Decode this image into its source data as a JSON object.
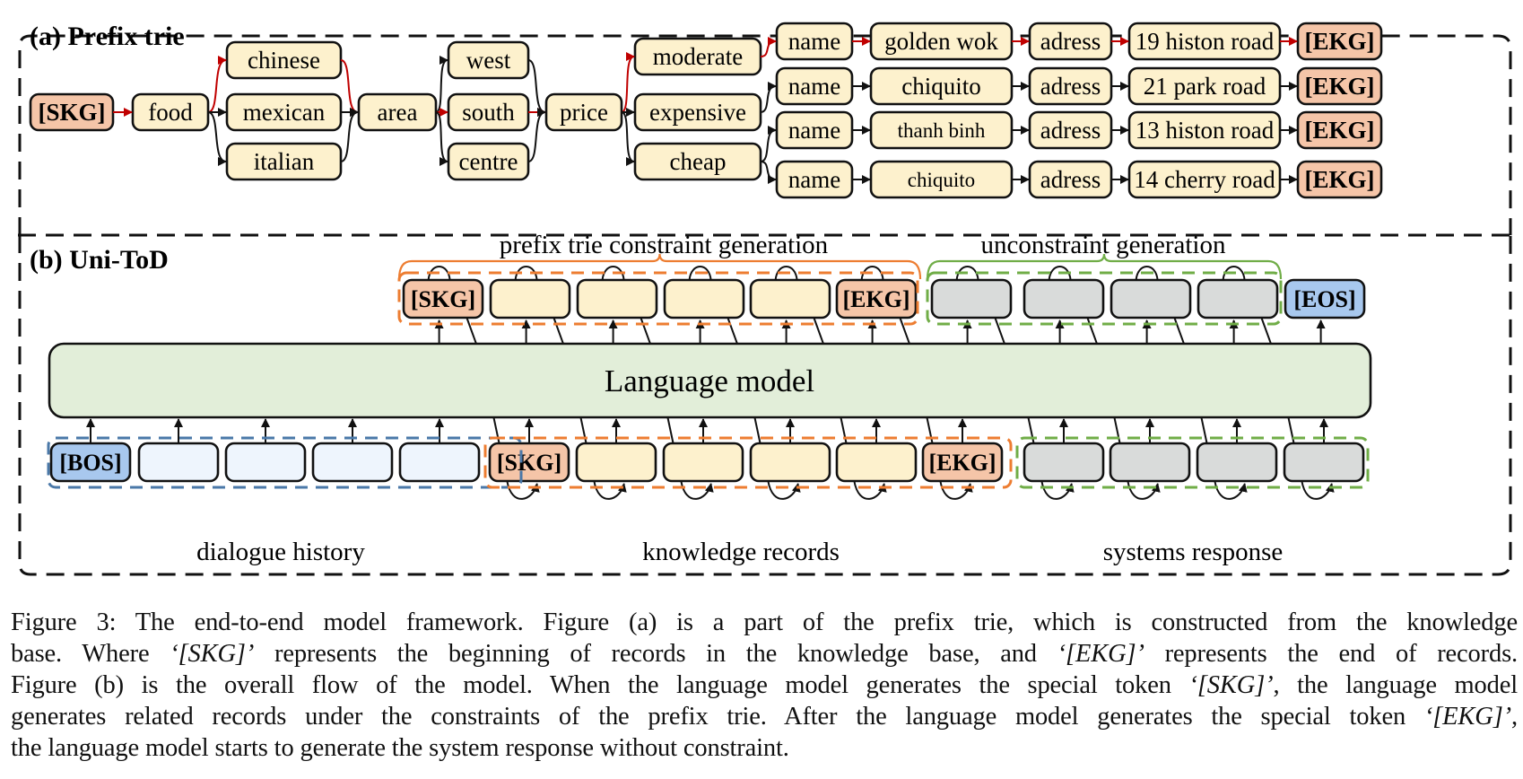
{
  "figure": {
    "panel_a": {
      "label": "(a) Prefix trie",
      "nodes": {
        "skg": "[SKG]",
        "food": "food",
        "chinese": "chinese",
        "mexican": "mexican",
        "italian": "italian",
        "area": "area",
        "west": "west",
        "south": "south",
        "centre": "centre",
        "price": "price",
        "moderate": "moderate",
        "expensive": "expensive",
        "cheap": "cheap"
      },
      "records": [
        {
          "name_key": "name",
          "name": "golden wok",
          "addr_key": "adress",
          "addr": "19 histon road",
          "end": "[EKG]",
          "highlighted": true
        },
        {
          "name_key": "name",
          "name": "chiquito",
          "addr_key": "adress",
          "addr": "21 park road",
          "end": "[EKG]",
          "highlighted": false
        },
        {
          "name_key": "name",
          "name": "thanh binh",
          "addr_key": "adress",
          "addr": "13 histon road",
          "end": "[EKG]",
          "highlighted": false
        },
        {
          "name_key": "name",
          "name": "chiquito",
          "addr_key": "adress",
          "addr": "14 cherry road",
          "end": "[EKG]",
          "highlighted": false
        }
      ],
      "highlight_path": [
        "[SKG]",
        "food",
        "chinese",
        "area",
        "south",
        "price",
        "moderate",
        "name",
        "golden wok",
        "adress",
        "19 histon road",
        "[EKG]"
      ]
    },
    "panel_b": {
      "label": "(b) Uni-ToD",
      "language_model": "Language model",
      "top_groups": {
        "constrained": "prefix trie constraint generation",
        "unconstrained": "unconstraint generation"
      },
      "outputs": {
        "constrained_tokens": [
          "[SKG]",
          "",
          "",
          "",
          "",
          "[EKG]"
        ],
        "unconstrained_tokens": [
          "",
          "",
          "",
          ""
        ],
        "eos": "[EOS]"
      },
      "inputs": {
        "dialogue_history_tokens": [
          "[BOS]",
          "",
          "",
          "",
          ""
        ],
        "knowledge_tokens": [
          "[SKG]",
          "",
          "",
          "",
          "",
          "[EKG]"
        ],
        "response_tokens": [
          "",
          "",
          "",
          ""
        ]
      },
      "group_labels": {
        "dialogue_history": "dialogue history",
        "knowledge_records": "knowledge records",
        "systems_response": "systems response"
      }
    },
    "colors": {
      "node_fill": "#fdf1cd",
      "special_fill": "#f5c5a8",
      "bos_eos_fill": "#a8c8ee",
      "history_fill": "#eef5fd",
      "response_fill": "#d9dbda",
      "lm_fill": "#e2eed9",
      "highlight_edge": "#c00000",
      "orange_group": "#ed7d31",
      "green_group": "#70ad47",
      "blue_group": "#4a78a8"
    }
  },
  "caption": {
    "lines": [
      [
        {
          "t": "Figure 3: The end-to-end model framework. Figure (a) is a part of the prefix trie, which is constructed from the knowledge"
        }
      ],
      [
        {
          "t": "base. Where "
        },
        {
          "t": "‘[SKG]’",
          "i": true
        },
        {
          "t": " represents the beginning of records in the knowledge base, and "
        },
        {
          "t": "‘[EKG]’",
          "i": true
        },
        {
          "t": " represents the end of records."
        }
      ],
      [
        {
          "t": "Figure (b) is the overall flow of the model. When the language model generates the special token "
        },
        {
          "t": "‘[SKG]’",
          "i": true
        },
        {
          "t": ", the language model"
        }
      ],
      [
        {
          "t": "generates related records under the constraints of the prefix trie. After the language model generates the special token "
        },
        {
          "t": "‘[EKG]’",
          "i": true
        },
        {
          "t": ","
        }
      ],
      [
        {
          "t": "the language model starts to generate the system response without constraint."
        }
      ]
    ]
  }
}
